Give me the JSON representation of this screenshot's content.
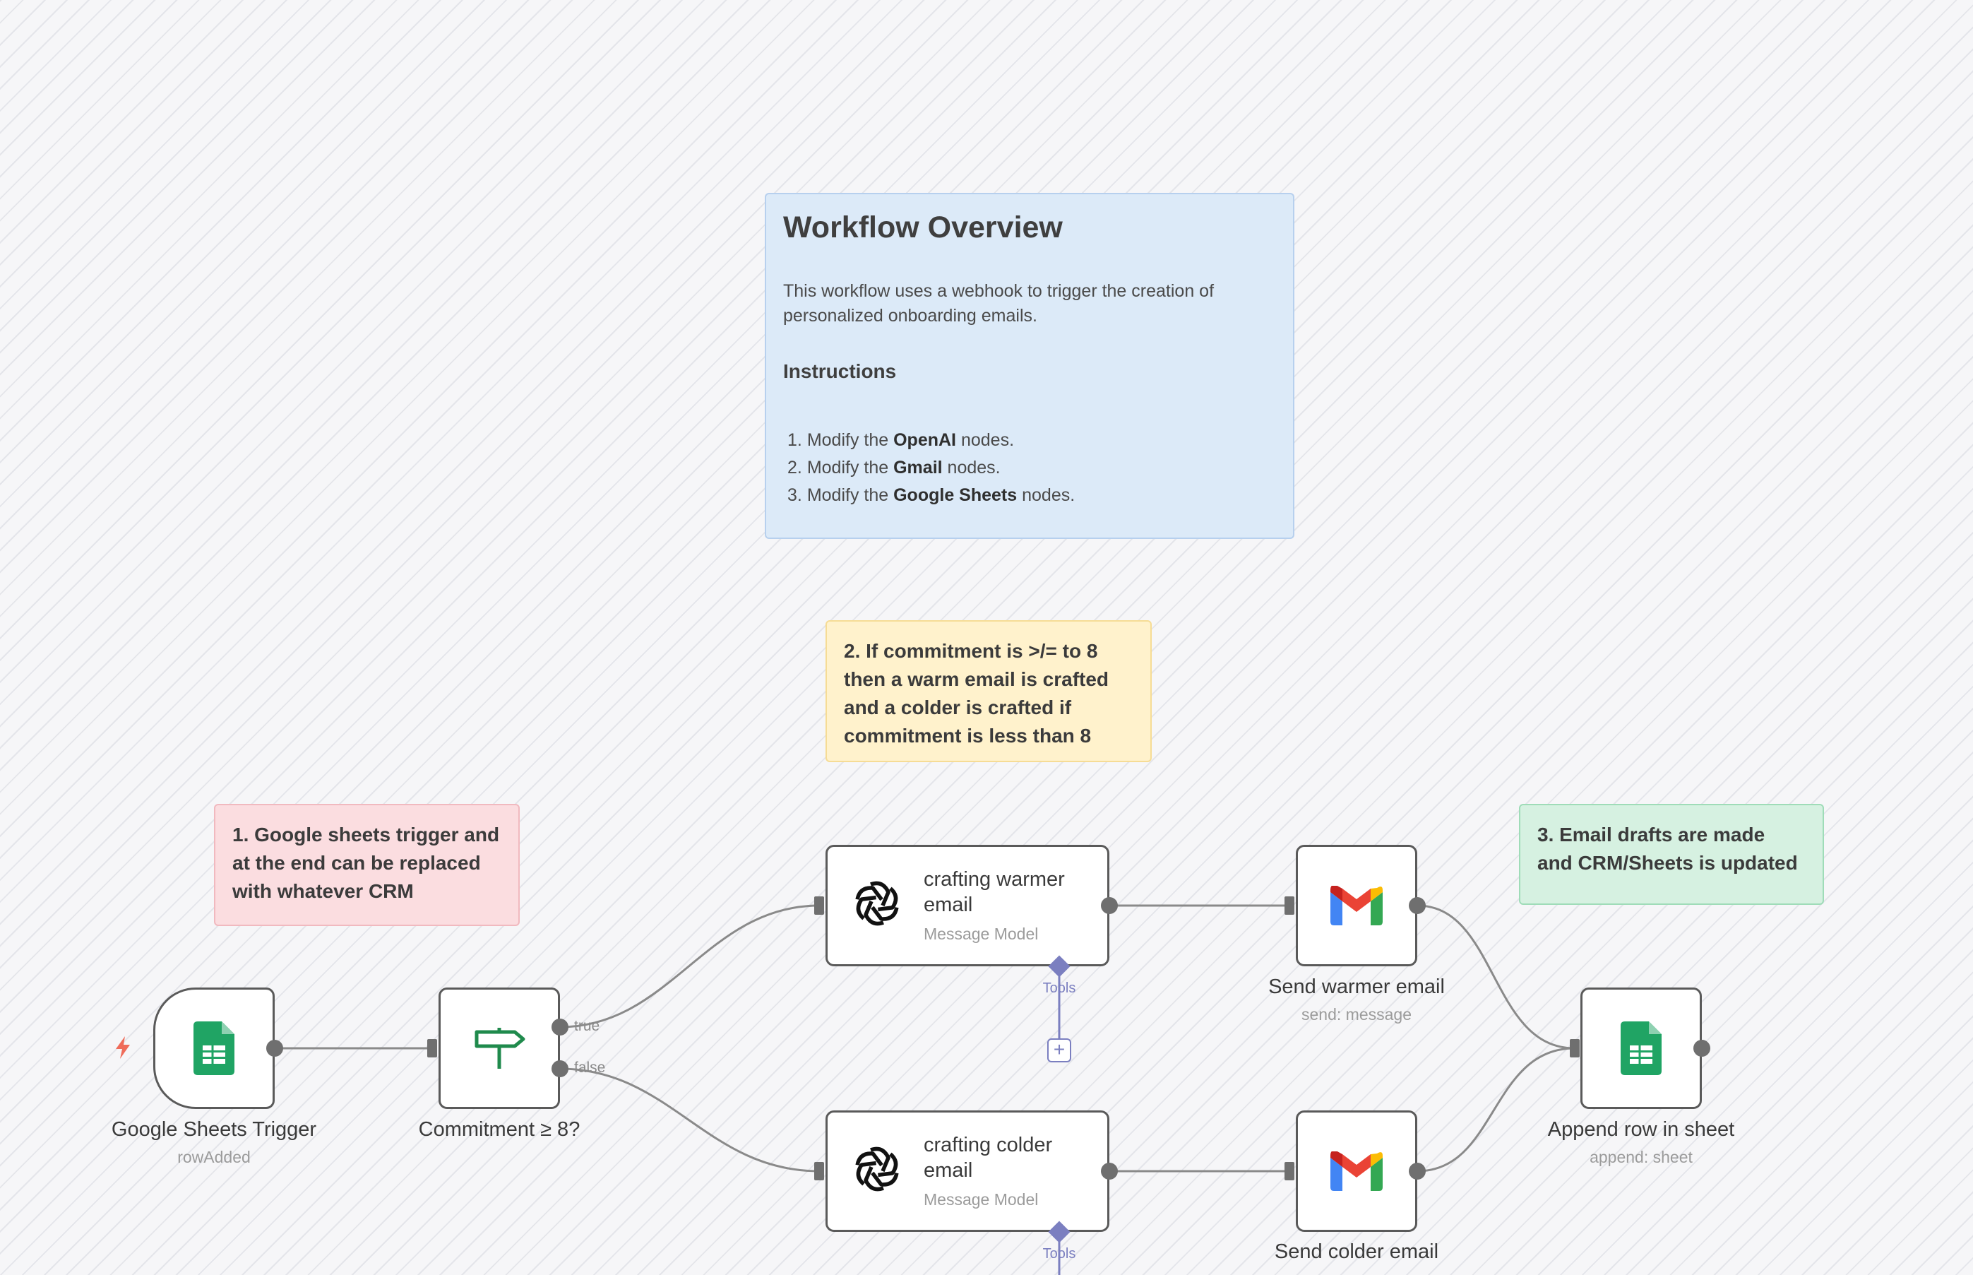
{
  "colors": {
    "edge": "#8a8a8a",
    "node_border": "#5a5a5a",
    "ai_tools": "#7b7fc0",
    "sheets_green": "#20a464",
    "switch_green": "#1f8a4c",
    "trigger_bolt": "#ef6c5a"
  },
  "overview": {
    "title": "Workflow Overview",
    "description": "This workflow uses a webhook to trigger the creation of personalized onboarding emails.",
    "instructions_heading": "Instructions",
    "steps": [
      {
        "num": "1.",
        "pre": "Modify the",
        "bold": "OpenAI",
        "post": "nodes."
      },
      {
        "num": "2.",
        "pre": "Modify the",
        "bold": "Gmail",
        "post": "nodes."
      },
      {
        "num": "3.",
        "pre": "Modify the",
        "bold": "Google Sheets",
        "post": "nodes."
      }
    ]
  },
  "notes": {
    "step1": "1. Google sheets trigger and\nat the end can be replaced\nwith whatever CRM",
    "step2": "2. If commitment is >/= to 8\nthen a warm email is crafted\nand a colder is crafted if\ncommitment is less than 8",
    "step3": "3. Email drafts are made\nand CRM/Sheets is updated"
  },
  "nodes": {
    "trigger": {
      "label": "Google Sheets Trigger",
      "sub": "rowAdded",
      "icon": "google-sheets-icon"
    },
    "if": {
      "label": "Commitment ≥ 8?",
      "icon": "signpost-icon",
      "true_label": "true",
      "false_label": "false"
    },
    "warm_ai": {
      "title": "crafting warmer\nemail",
      "sub": "Message Model",
      "icon": "openai-icon",
      "tools": "Tools"
    },
    "cold_ai": {
      "title": "crafting colder\nemail",
      "sub": "Message Model",
      "icon": "openai-icon",
      "tools": "Tools"
    },
    "warm_gmail": {
      "label": "Send warmer email",
      "sub": "send: message",
      "icon": "gmail-icon"
    },
    "cold_gmail": {
      "label": "Send colder email",
      "icon": "gmail-icon"
    },
    "append": {
      "label": "Append row in sheet",
      "sub": "append: sheet",
      "icon": "google-sheets-icon"
    }
  }
}
